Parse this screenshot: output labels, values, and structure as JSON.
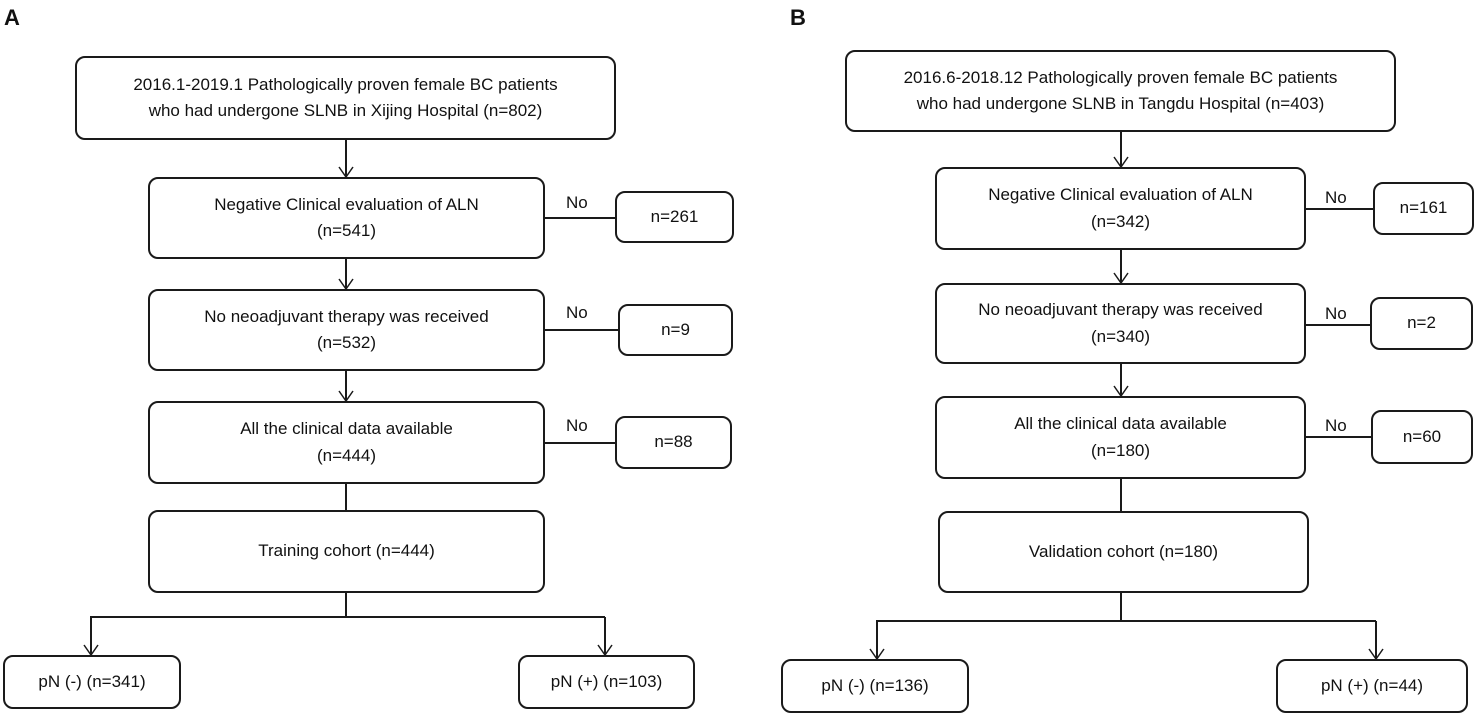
{
  "panels": [
    {
      "label": "A",
      "source": [
        "2016.1-2019.1 Pathologically proven female BC patients",
        "who had undergone SLNB in Xijing Hospital (n=802)"
      ],
      "steps": [
        {
          "lines": [
            "Negative Clinical evaluation of ALN",
            "(n=541)"
          ],
          "excluded_label": "No",
          "excluded": "n=261"
        },
        {
          "lines": [
            "No neoadjuvant therapy was received",
            "(n=532)"
          ],
          "excluded_label": "No",
          "excluded": "n=9"
        },
        {
          "lines": [
            "All the clinical data available",
            "(n=444)"
          ],
          "excluded_label": "No",
          "excluded": "n=88"
        }
      ],
      "cohort": "Training cohort (n=444)",
      "outcomes": [
        "pN (-) (n=341)",
        "pN (+) (n=103)"
      ]
    },
    {
      "label": "B",
      "source": [
        "2016.6-2018.12 Pathologically proven female BC patients",
        "who had undergone SLNB in Tangdu Hospital (n=403)"
      ],
      "steps": [
        {
          "lines": [
            "Negative Clinical evaluation of ALN",
            "(n=342)"
          ],
          "excluded_label": "No",
          "excluded": "n=161"
        },
        {
          "lines": [
            "No neoadjuvant therapy was received",
            "(n=340)"
          ],
          "excluded_label": "No",
          "excluded": "n=2"
        },
        {
          "lines": [
            "All the clinical data available",
            "(n=180)"
          ],
          "excluded_label": "No",
          "excluded": "n=60"
        }
      ],
      "cohort": "Validation cohort (n=180)",
      "outcomes": [
        "pN (-) (n=136)",
        "pN (+) (n=44)"
      ]
    }
  ]
}
